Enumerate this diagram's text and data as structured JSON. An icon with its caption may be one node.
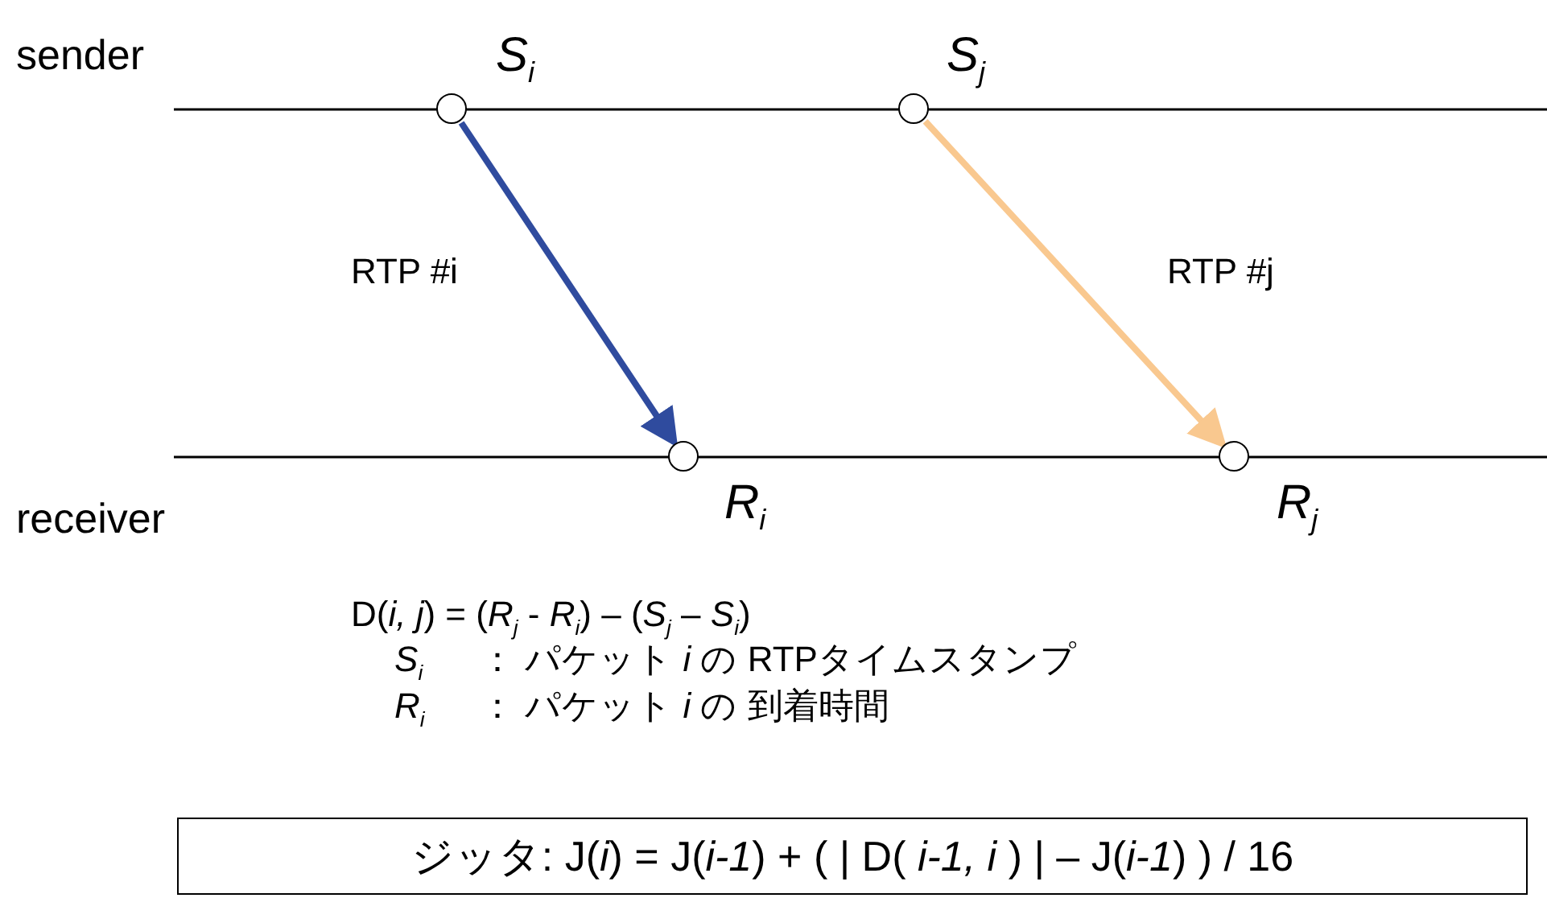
{
  "diagram": {
    "nodes": [
      {
        "text": [],
        "shape": "circle",
        "beside": [
          "S$_{i}$"
        ]
      },
      {
        "text": [],
        "shape": "circle",
        "beside": [
          "S$_{j}$"
        ]
      },
      {
        "text": [],
        "shape": "circle",
        "beside": [
          "R$_{i}$"
        ]
      },
      {
        "text": [],
        "shape": "circle",
        "beside": [
          "R$_{j}$"
        ]
      },
      {
        "text": [
          "ジッタ: J(*i*) = J(*i-1*) + ( | D( *i-1, i* ) | – J(*i-1*) ) / 16"
        ]
      }
    ],
    "edges": [
      {
        "from": 0,
        "to": 2,
        "arrow": "to",
        "label": "RTP #i",
        "color": "#2f4b9e"
      },
      {
        "from": 1,
        "to": 3,
        "arrow": "to",
        "label": "RTP #j",
        "color": "#f9c88f"
      }
    ],
    "labels": [
      "sender",
      "receiver",
      "D(*i, j*) = (*R*$_{j}$ - *R*$_{i}$) – (*S*$_{j}$ – *S*$_{i}$)",
      "*S*$_{i}$",
      "： パケット *i* の RTPタイムスタンプ",
      "*R*$_{i}$",
      "： パケット *i* の 到着時間"
    ]
  }
}
